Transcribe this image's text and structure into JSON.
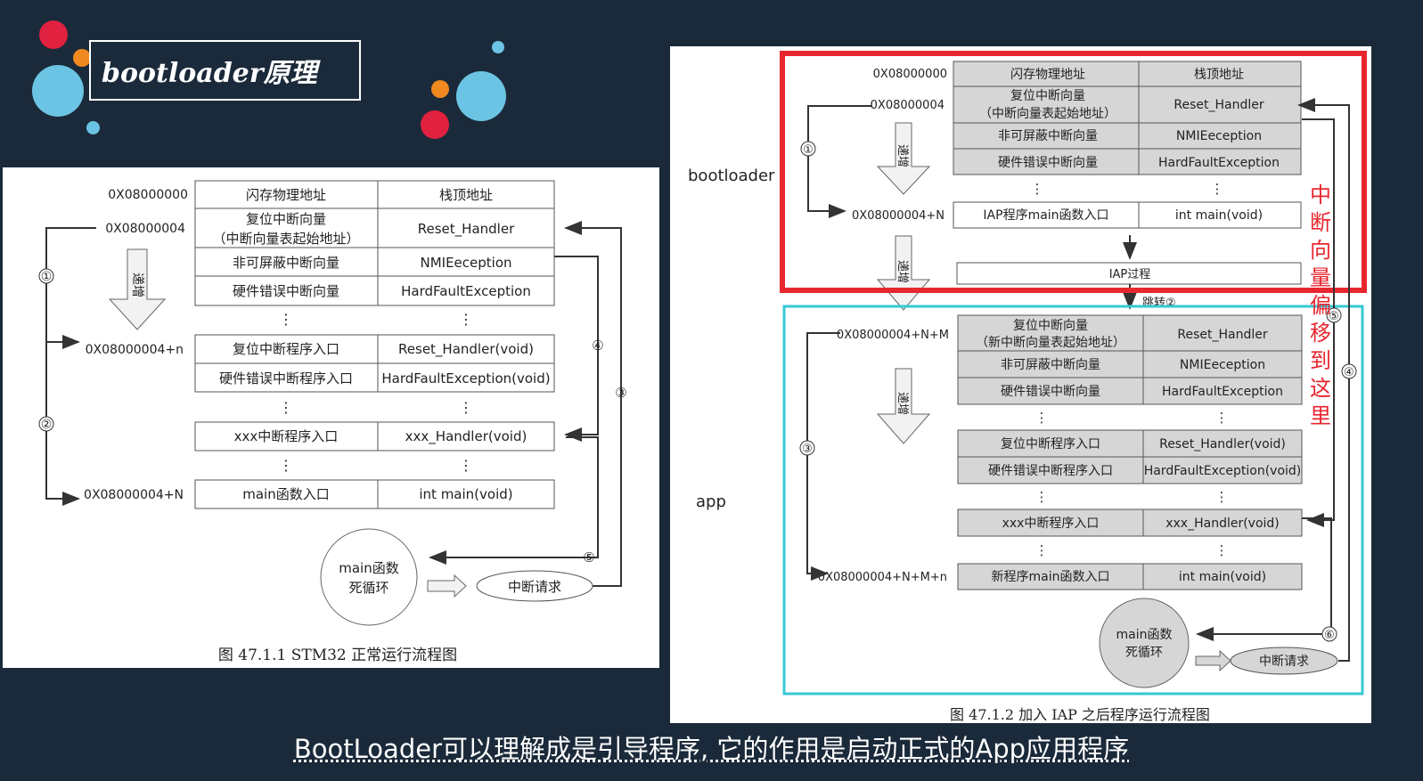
{
  "slide": {
    "title": "bootloader原理",
    "subtitle": "BootLoader可以理解成是引导程序, 它的作用是启动正式的App应用程序"
  },
  "figure1": {
    "caption": "图 47.1.1 STM32 正常运行流程图",
    "addr": [
      "0X08000000",
      "0X08000004",
      "0X08000004+n",
      "0X08000004+N"
    ],
    "rows": [
      [
        "闪存物理地址",
        "栈顶地址"
      ],
      [
        "复位中断向量",
        "Reset_Handler"
      ],
      [
        "非可屏蔽中断向量",
        "NMIEeception"
      ],
      [
        "硬件错误中断向量",
        "HardFaultException"
      ],
      [
        "复位中断程序入口",
        "Reset_Handler(void)"
      ],
      [
        "硬件错误中断程序入口",
        "HardFaultException(void)"
      ],
      [
        "xxx中断程序入口",
        "xxx_Handler(void)"
      ],
      [
        "main函数入口",
        "int main(void)"
      ]
    ],
    "row1_sub": "（中断向量表起始地址）",
    "increment": "递增",
    "markers": [
      "①",
      "②",
      "③",
      "④",
      "⑤"
    ],
    "main_loop": [
      "main函数",
      "死循环"
    ],
    "interrupt_request": "中断请求",
    "dots": "⋮"
  },
  "figure2": {
    "caption": "图 47.1.2 加入 IAP 之后程序运行流程图",
    "label_bootloader": "bootloader",
    "label_app": "app",
    "addr": [
      "0X08000000",
      "0X08000004",
      "0X08000004+N",
      "0X08000004+N+M",
      "0X08000004+N+M+n"
    ],
    "boot_rows": [
      [
        "闪存物理地址",
        "栈顶地址"
      ],
      [
        "复位中断向量",
        "Reset_Handler"
      ],
      [
        "非可屏蔽中断向量",
        "NMIEeception"
      ],
      [
        "硬件错误中断向量",
        "HardFaultException"
      ],
      [
        "IAP程序main函数入口",
        "int main(void)"
      ]
    ],
    "boot_row1_sub": "（中断向量表起始地址）",
    "iap_process": "IAP过程",
    "jump": "跳转②",
    "app_rows": [
      [
        "复位中断向量",
        "Reset_Handler"
      ],
      [
        "非可屏蔽中断向量",
        "NMIEeception"
      ],
      [
        "硬件错误中断向量",
        "HardFaultException"
      ],
      [
        "复位中断程序入口",
        "Reset_Handler(void)"
      ],
      [
        "硬件错误中断程序入口",
        "HardFaultException(void)"
      ],
      [
        "xxx中断程序入口",
        "xxx_Handler(void)"
      ],
      [
        "新程序main函数入口",
        "int main(void)"
      ]
    ],
    "app_row0_sub": "（新中断向量表起始地址）",
    "increment": "递增",
    "markers": [
      "①",
      "③",
      "④",
      "⑤",
      "⑥"
    ],
    "main_loop": [
      "main函数",
      "死循环"
    ],
    "interrupt_request": "中断请求",
    "annotation": [
      "中",
      "断",
      "向",
      "量",
      "偏",
      "移",
      "到",
      "这",
      "里"
    ],
    "dots": "⋮"
  },
  "colors": {
    "red_box": "#e8262f",
    "cyan_box": "#35c9d3",
    "annotation": "#e8262f",
    "table_fill": "#d6d6d6",
    "circle_red": "#e0213f",
    "circle_blue": "#6cc4e4",
    "circle_orange": "#f0891f"
  }
}
